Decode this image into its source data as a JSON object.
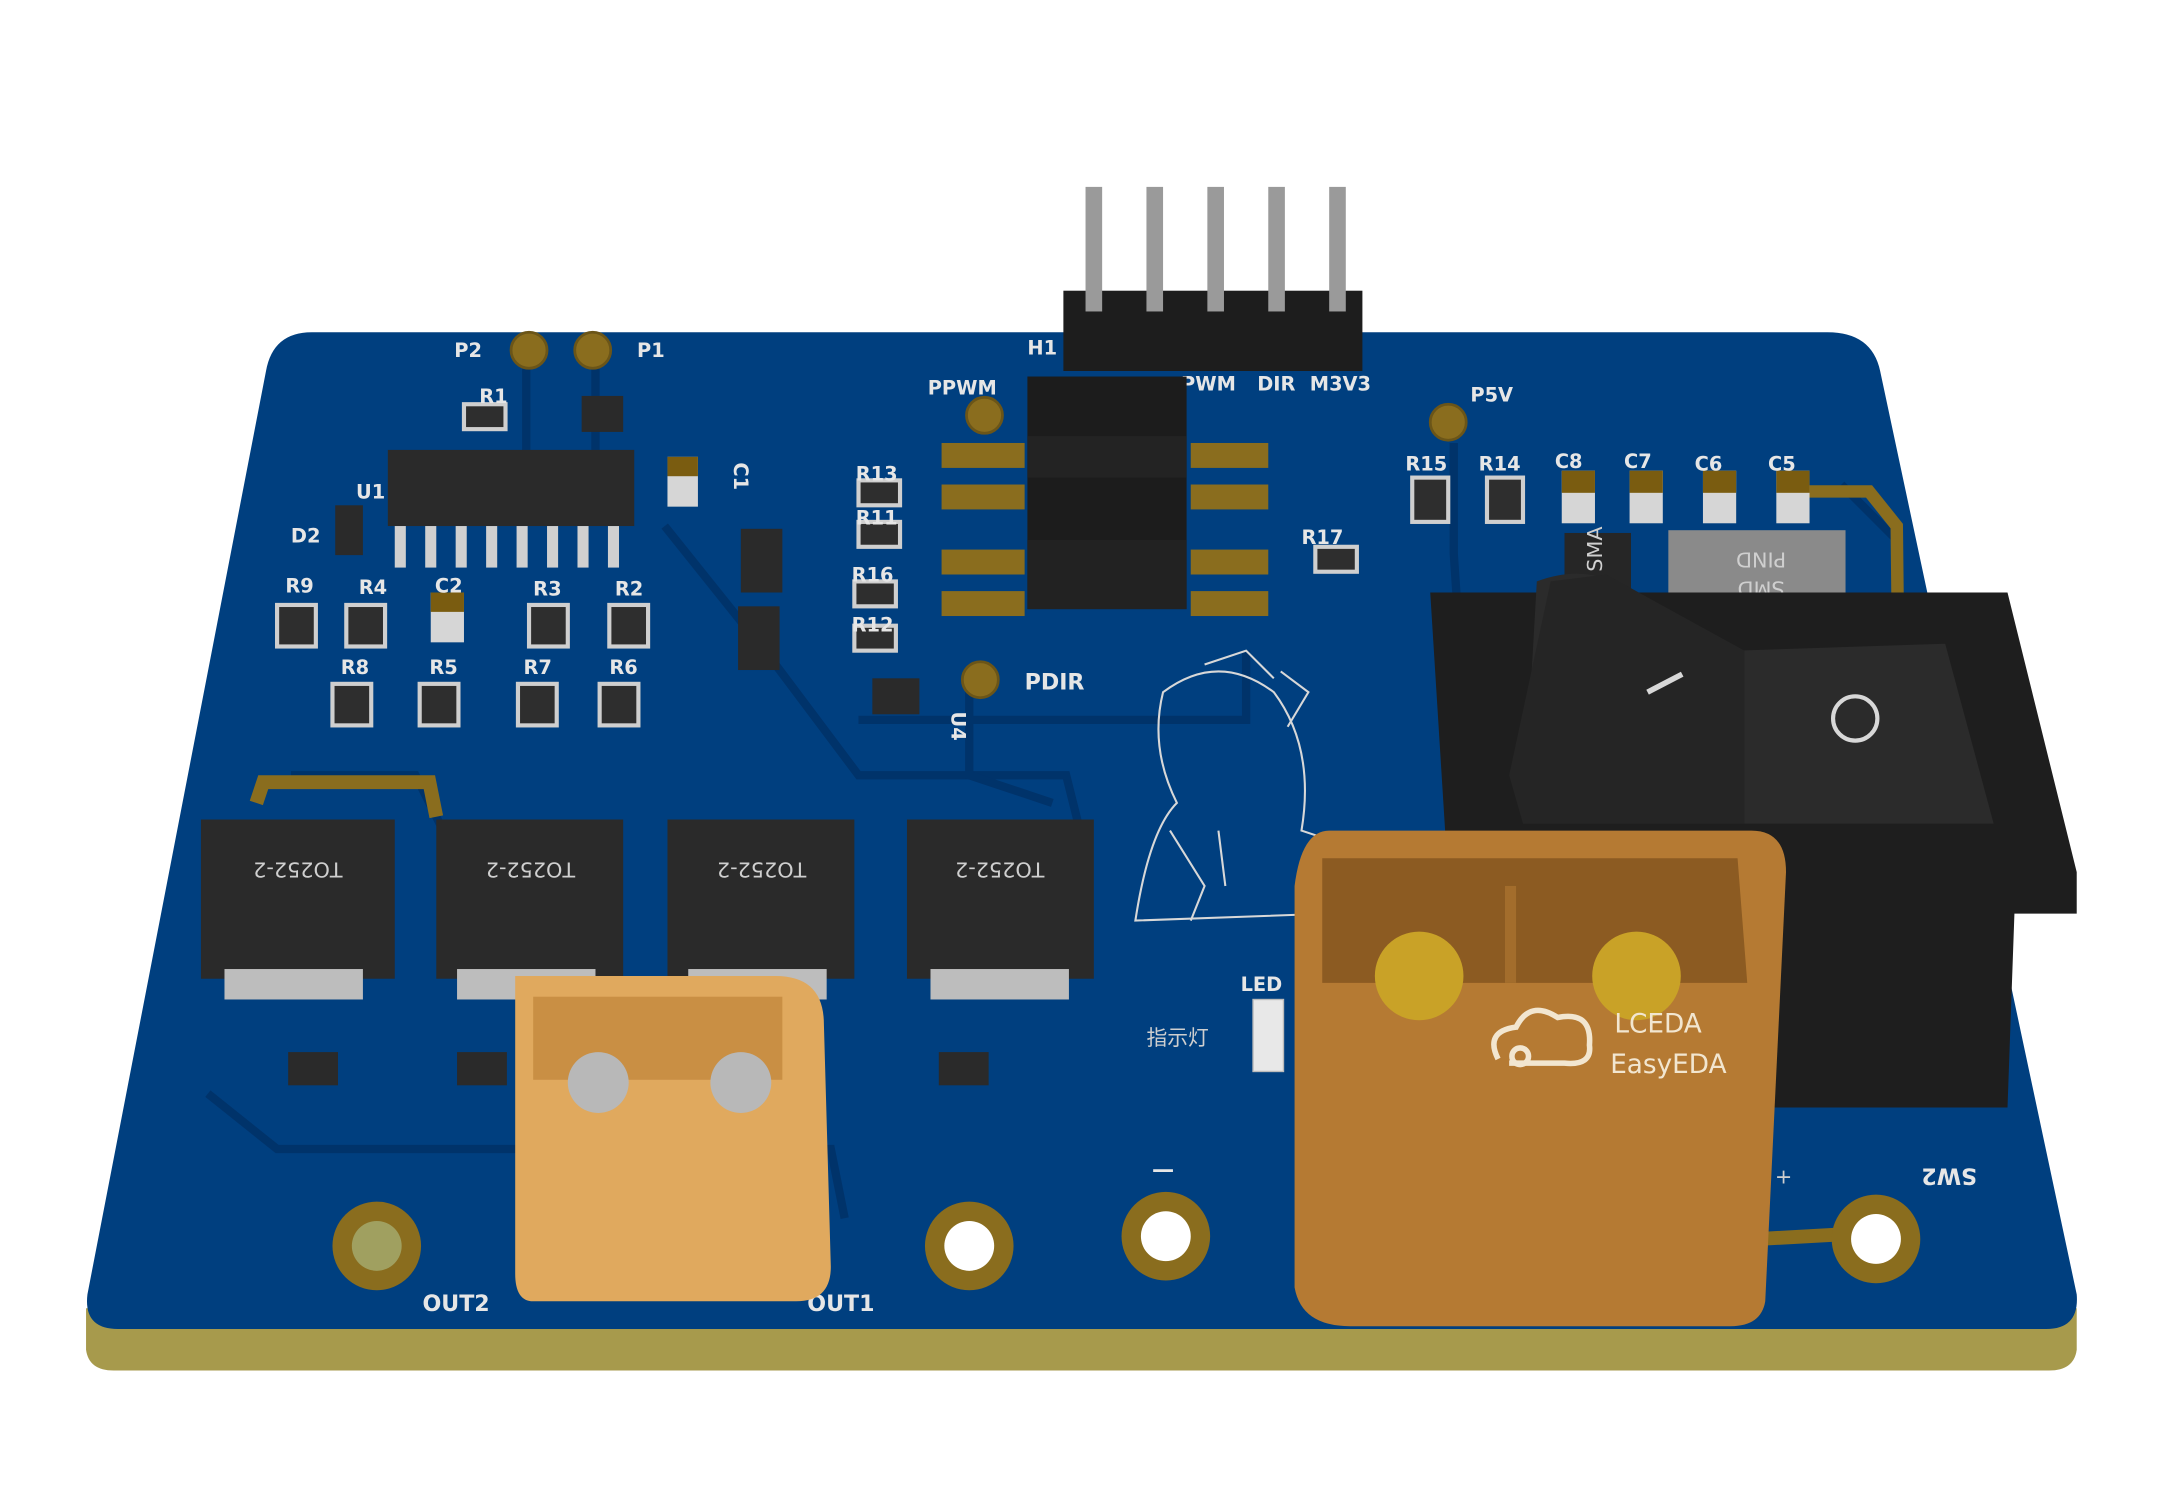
{
  "board": {
    "colors": {
      "pcb": "#003f7f",
      "trace": "#00336a",
      "edge": "#a79a4c",
      "pad": "#8a6d1e",
      "silk": "#e6e6e6",
      "component": "#2a2a2a",
      "xt60": "#b57a33",
      "xt30": "#e0a95e"
    },
    "header": {
      "ref": "H1",
      "pins": [
        "PWM",
        "DIR",
        "M3V3"
      ]
    },
    "test_points": [
      "P2",
      "P1",
      "PPWM",
      "PDIR",
      "P5V"
    ],
    "resistors": [
      "R1",
      "R9",
      "R4",
      "R3",
      "R2",
      "R8",
      "R5",
      "R7",
      "R6",
      "R13",
      "R11",
      "R16",
      "R12",
      "R15",
      "R14",
      "R17"
    ],
    "capacitors": [
      "C1",
      "C2",
      "C8",
      "C7",
      "C6",
      "C5"
    ],
    "ics": [
      "U1",
      "D2",
      "U4"
    ],
    "mosfets": [
      "TO252-2",
      "TO252-2",
      "TO252-2",
      "TO252-2"
    ],
    "led": {
      "ref": "LED",
      "label": "指示灯"
    },
    "outputs": [
      "OUT2",
      "OUT1"
    ],
    "switch": {
      "ref": "SW2",
      "on_mark": "/",
      "off_mark": "O"
    },
    "pkg_marks": {
      "diode": "SMA",
      "smd": "SMD",
      "pind": "PIND"
    },
    "logo": {
      "line1": "LCEDA",
      "line2": "EasyEDA"
    },
    "polarity": {
      "minus": "—",
      "plus": "+"
    }
  }
}
